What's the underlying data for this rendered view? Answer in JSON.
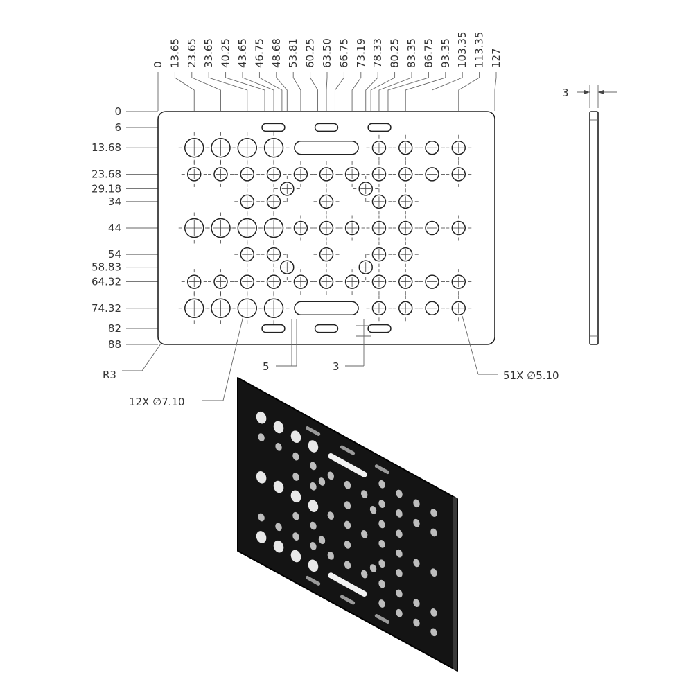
{
  "plate": {
    "width": 127,
    "height": 88,
    "thickness": 3,
    "corner_radius_label": "R3"
  },
  "x_dimension_labels": [
    "0",
    "13.65",
    "23.65",
    "33.65",
    "40.25",
    "43.65",
    "46.75",
    "48.68",
    "53.81",
    "60.25",
    "63.50",
    "66.75",
    "73.19",
    "78.33",
    "80.25",
    "83.35",
    "86.75",
    "93.35",
    "103.35",
    "113.35",
    "127"
  ],
  "y_dimension_labels": [
    "0",
    "6",
    "13.68",
    "23.68",
    "29.18",
    "34",
    "44",
    "54",
    "58.83",
    "64.32",
    "74.32",
    "82",
    "88"
  ],
  "callouts": {
    "radius": "R3",
    "large_holes": "12X ∅7.10",
    "small_holes": "51X ∅5.10",
    "slot_offset": "5",
    "slot_spacing": "3",
    "thickness": "3"
  },
  "large_holes": [
    [
      13.65,
      13.68
    ],
    [
      23.65,
      13.68
    ],
    [
      33.65,
      13.68
    ],
    [
      43.65,
      13.68
    ],
    [
      13.65,
      44
    ],
    [
      23.65,
      44
    ],
    [
      33.65,
      44
    ],
    [
      43.65,
      44
    ],
    [
      13.65,
      74.32
    ],
    [
      23.65,
      74.32
    ],
    [
      33.65,
      74.32
    ],
    [
      43.65,
      74.32
    ]
  ],
  "small_holes": [
    [
      83.35,
      13.68
    ],
    [
      93.35,
      13.68
    ],
    [
      103.35,
      13.68
    ],
    [
      113.35,
      13.68
    ],
    [
      13.65,
      23.68
    ],
    [
      23.65,
      23.68
    ],
    [
      33.65,
      23.68
    ],
    [
      43.65,
      23.68
    ],
    [
      53.81,
      23.68
    ],
    [
      63.5,
      23.68
    ],
    [
      73.19,
      23.68
    ],
    [
      83.35,
      23.68
    ],
    [
      93.35,
      23.68
    ],
    [
      103.35,
      23.68
    ],
    [
      113.35,
      23.68
    ],
    [
      48.68,
      29.18
    ],
    [
      78.33,
      29.18
    ],
    [
      33.65,
      34
    ],
    [
      43.65,
      34
    ],
    [
      63.5,
      34
    ],
    [
      83.35,
      34
    ],
    [
      93.35,
      34
    ],
    [
      53.81,
      44
    ],
    [
      63.5,
      44
    ],
    [
      73.19,
      44
    ],
    [
      83.35,
      44
    ],
    [
      93.35,
      44
    ],
    [
      103.35,
      44
    ],
    [
      113.35,
      44
    ],
    [
      33.65,
      54
    ],
    [
      43.65,
      54
    ],
    [
      63.5,
      54
    ],
    [
      83.35,
      54
    ],
    [
      93.35,
      54
    ],
    [
      48.68,
      58.83
    ],
    [
      78.33,
      58.83
    ],
    [
      13.65,
      64.32
    ],
    [
      23.65,
      64.32
    ],
    [
      33.65,
      64.32
    ],
    [
      43.65,
      64.32
    ],
    [
      53.81,
      64.32
    ],
    [
      63.5,
      64.32
    ],
    [
      73.19,
      64.32
    ],
    [
      83.35,
      64.32
    ],
    [
      93.35,
      64.32
    ],
    [
      103.35,
      64.32
    ],
    [
      113.35,
      64.32
    ],
    [
      83.35,
      74.32
    ],
    [
      93.35,
      74.32
    ],
    [
      103.35,
      74.32
    ],
    [
      113.35,
      74.32
    ]
  ],
  "slots": [
    {
      "x1": 40.25,
      "x2": 46.75,
      "y": 6
    },
    {
      "x1": 60.25,
      "x2": 66.75,
      "y": 6
    },
    {
      "x1": 80.25,
      "x2": 86.75,
      "y": 6
    },
    {
      "x1": 53.81,
      "x2": 73.19,
      "y": 13.68
    },
    {
      "x1": 53.81,
      "x2": 73.19,
      "y": 74.32
    },
    {
      "x1": 40.25,
      "x2": 46.75,
      "y": 82
    },
    {
      "x1": 60.25,
      "x2": 66.75,
      "y": 82
    },
    {
      "x1": 80.25,
      "x2": 86.75,
      "y": 82
    }
  ]
}
